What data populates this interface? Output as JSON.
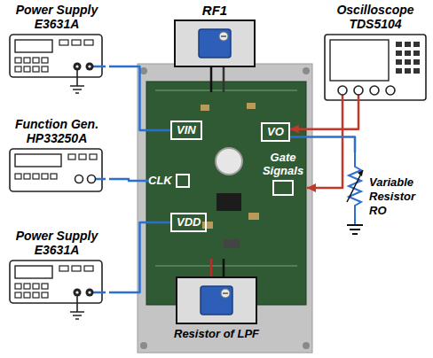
{
  "diagram": {
    "nodes": [
      {
        "text": [
          "Power Supply E3631A"
        ]
      },
      {
        "text": [
          "RF1"
        ]
      },
      {
        "text": [
          "Oscilloscope TDS5104"
        ]
      },
      {
        "text": [
          "VIN"
        ]
      },
      {
        "text": [
          "VO"
        ]
      },
      {
        "text": [
          "Function Gen. HP33250A"
        ]
      },
      {
        "text": [
          "CLK"
        ]
      },
      {
        "text": [
          "Gate Signals"
        ]
      },
      {
        "text": [
          "Variable Resistor RO"
        ]
      },
      {
        "text": [
          "VDD"
        ]
      },
      {
        "text": [
          "Power Supply E3631A"
        ]
      },
      {
        "text": [
          "Resistor of LPF"
        ]
      }
    ],
    "edges": [
      {
        "from": 0,
        "to": 3,
        "arrow": "none"
      },
      {
        "from": 5,
        "to": 6,
        "arrow": "none"
      },
      {
        "from": 10,
        "to": 9,
        "arrow": "none"
      },
      {
        "from": 2,
        "to": 4,
        "arrow": "to"
      },
      {
        "from": 2,
        "to": 7,
        "arrow": "to"
      },
      {
        "from": 4,
        "to": 8,
        "arrow": "none"
      }
    ]
  }
}
